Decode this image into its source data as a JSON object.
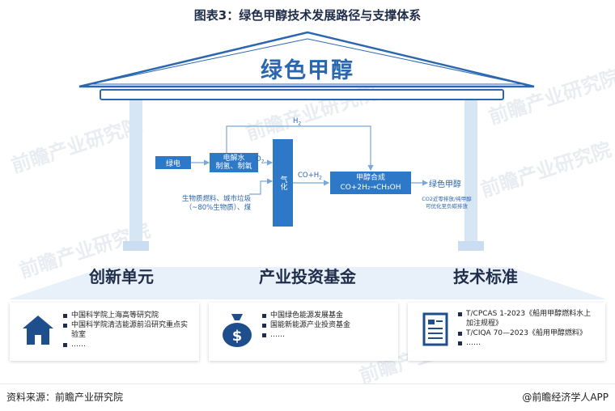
{
  "title": "图表3：绿色甲醇技术发展路径与支撑体系",
  "roof_label": "绿色甲醇",
  "flow": {
    "green_power": "绿电",
    "electrolysis_line1": "电解水",
    "electrolysis_line2": "制氢、制氧",
    "o2": "O",
    "o2_sub": "2",
    "h2": "H",
    "h2_sub": "2",
    "gasification": "气化",
    "co_h2": "CO+H",
    "co_h2_sub": "2",
    "synthesis_line1": "甲醇合成",
    "synthesis_line2": "CO+2H₂→CH₃OH",
    "output": "绿色甲醇",
    "biomass_line1": "生物质燃料、城市垃圾",
    "biomass_line2": "（~80%生物质）、煤",
    "emission_line1": "CO2近零排放/纯甲醇",
    "emission_line2": "可优化至负碳排放"
  },
  "columns": [
    {
      "title": "创新单元",
      "icon": "house-icon",
      "items": [
        "中国科学院上海高等研究院",
        "中国科学院清洁能源前沿研究重点实验室",
        "……"
      ]
    },
    {
      "title": "产业投资基金",
      "icon": "money-bag-icon",
      "items": [
        "中国绿色能源发展基金",
        "国能新能源产业投资基金",
        "……"
      ]
    },
    {
      "title": "技术标准",
      "icon": "document-icon",
      "items": [
        "T/CPCAS 1-2023《船用甲醇燃料水上加注规程》",
        "T/CIQA 70—2023《船用甲醇燃料》",
        "……"
      ]
    }
  ],
  "footer": {
    "source": "资料来源：前瞻产业研究院",
    "brand": "@前瞻经济学人APP"
  },
  "watermark": "前瞻产业研究院",
  "colors": {
    "primary": "#2e78c8",
    "dark": "#1f2d4a",
    "pillar": "#d7e6f5"
  }
}
